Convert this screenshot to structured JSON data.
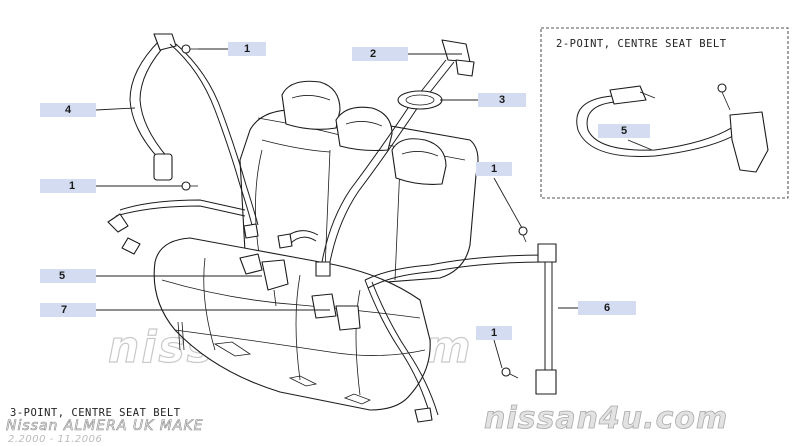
{
  "inset_caption": "2-POINT, CENTRE SEAT BELT",
  "main_caption": "3-POINT, CENTRE SEAT BELT",
  "watermark": {
    "site": "nissan4u.com",
    "logo": "nissan4u.com",
    "model": "Nissan ALMERA UK MAKE",
    "dates": "2.2000 - 11.2006"
  },
  "callouts": [
    {
      "id": "c1a",
      "number": "1"
    },
    {
      "id": "c2",
      "number": "2"
    },
    {
      "id": "c3",
      "number": "3"
    },
    {
      "id": "c4",
      "number": "4"
    },
    {
      "id": "c1b",
      "number": "1"
    },
    {
      "id": "c5a",
      "number": "5"
    },
    {
      "id": "c7",
      "number": "7"
    },
    {
      "id": "c1c",
      "number": "1"
    },
    {
      "id": "c6",
      "number": "6"
    },
    {
      "id": "c1d",
      "number": "1"
    },
    {
      "id": "c5b",
      "number": "5"
    }
  ]
}
